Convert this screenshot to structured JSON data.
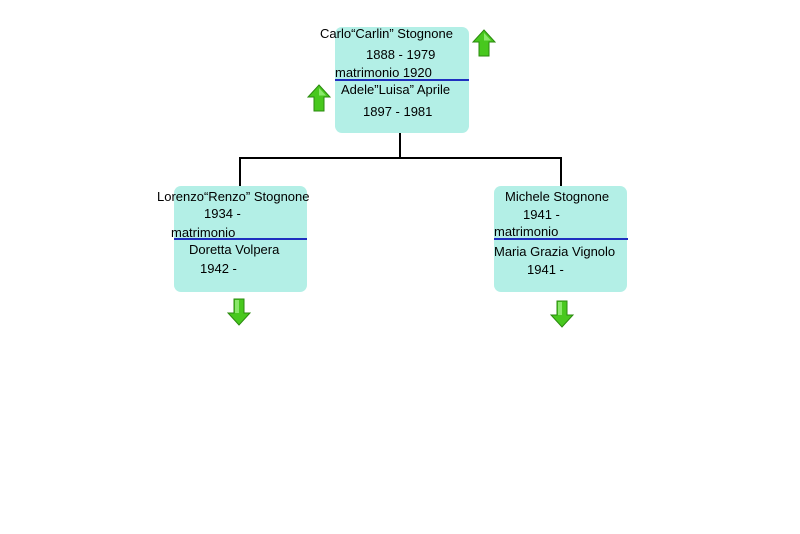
{
  "root": {
    "husband_name": "Carlo“Carlin” Stognone",
    "husband_years": "1888 - 1979",
    "marriage": "matrimonio 1920",
    "wife_name": "Adele”Luisa” Aprile",
    "wife_years": "1897 - 1981"
  },
  "children": [
    {
      "husband_name": "Lorenzo“Renzo” Stognone",
      "husband_years": "1934 -",
      "marriage": "matrimonio",
      "wife_name": "Doretta Volpera",
      "wife_years": "1942 -"
    },
    {
      "husband_name": "Michele Stognone",
      "husband_years": "1941 -",
      "marriage": "matrimonio",
      "wife_name": "Maria Grazia Vignolo",
      "wife_years": "1941 -"
    }
  ],
  "icons": {
    "expand_up": "arrow-up-icon",
    "expand_down": "arrow-down-icon",
    "arrow_color": "#48c81e",
    "box_color": "#b3efe6",
    "rule_color": "#1f2fbf"
  }
}
